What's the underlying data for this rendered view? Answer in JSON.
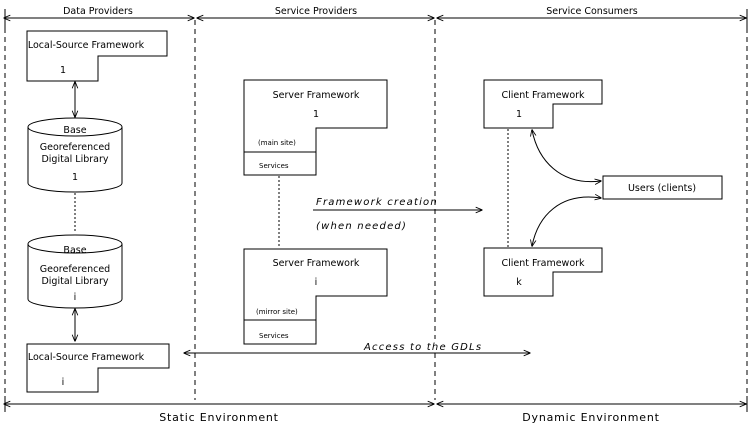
{
  "headers": {
    "data_providers": "Data Providers",
    "service_providers": "Service Providers",
    "service_consumers": "Service Consumers"
  },
  "environments": {
    "static": "Static Environment",
    "dynamic": "Dynamic Environment"
  },
  "local_source_top": {
    "title": "Local-Source Framework",
    "index": "1"
  },
  "local_source_bottom": {
    "title": "Local-Source Framework",
    "index": "i"
  },
  "gdl_top": {
    "line1": "Base",
    "line2": "Georeferenced",
    "line3": "Digital Library",
    "index": "1"
  },
  "gdl_bottom": {
    "line1": "Base",
    "line2": "Georeferenced",
    "line3": "Digital Library",
    "index": "i"
  },
  "server_top": {
    "title": "Server Framework",
    "index": "1",
    "site": "(main site)",
    "services": "Services"
  },
  "server_bottom": {
    "title": "Server Framework",
    "index": "i",
    "site": "(mirror site)",
    "services": "Services"
  },
  "client_top": {
    "title": "Client Framework",
    "index": "1"
  },
  "client_bottom": {
    "title": "Client Framework",
    "index": "k"
  },
  "users": "Users (clients)",
  "framework_creation": {
    "line1": "Framework creation",
    "line2": "(when needed)"
  },
  "access": "Access to the GDLs"
}
